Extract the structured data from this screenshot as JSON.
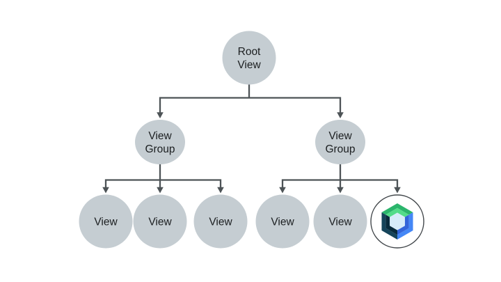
{
  "diagram": {
    "name": "android-view-hierarchy-with-compose",
    "root": {
      "line1": "Root",
      "line2": "View"
    },
    "viewgroup_left": {
      "line1": "View",
      "line2": "Group"
    },
    "viewgroup_right": {
      "line1": "View",
      "line2": "Group"
    },
    "children_left": {
      "v1": "View",
      "v2": "View",
      "v3": "View"
    },
    "children_right": {
      "v1": "View",
      "v2": "View"
    },
    "compose_node": {
      "icon": "jetpack-compose-logo"
    },
    "colors": {
      "background": "#FFFFFF",
      "node_fill": "#C5CDD2",
      "line": "#4D5356",
      "text": "#1B1E20",
      "compose_circle_fill": "#FFFFFF",
      "compose_ring": "#41464A",
      "compose_green_outer": "#2BB56C",
      "compose_green_inner": "#53DC89",
      "compose_blue_outer": "#4487F6",
      "compose_blue_inner": "#3364D9",
      "compose_navy_outer": "#15445A",
      "compose_navy_inner": "#082B3C",
      "compose_inner_hex": "#D7ECF9"
    }
  }
}
